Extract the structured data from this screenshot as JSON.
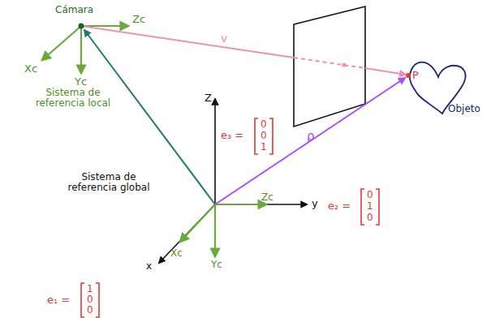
{
  "diagram": {
    "labels": [
      "Cámara",
      "Zc",
      "Xc",
      "Yc",
      "Sistema de referencia local",
      "v",
      "P",
      "Objeto",
      "Z",
      "y",
      "x",
      "Zc",
      "Xc",
      "Yc",
      "ρ",
      "e₃ =",
      "0",
      "0",
      "1",
      "e₂ =",
      "0",
      "1",
      "0",
      "e₁ =",
      "1",
      "0",
      "0",
      "Sistema de referencia global"
    ]
  }
}
